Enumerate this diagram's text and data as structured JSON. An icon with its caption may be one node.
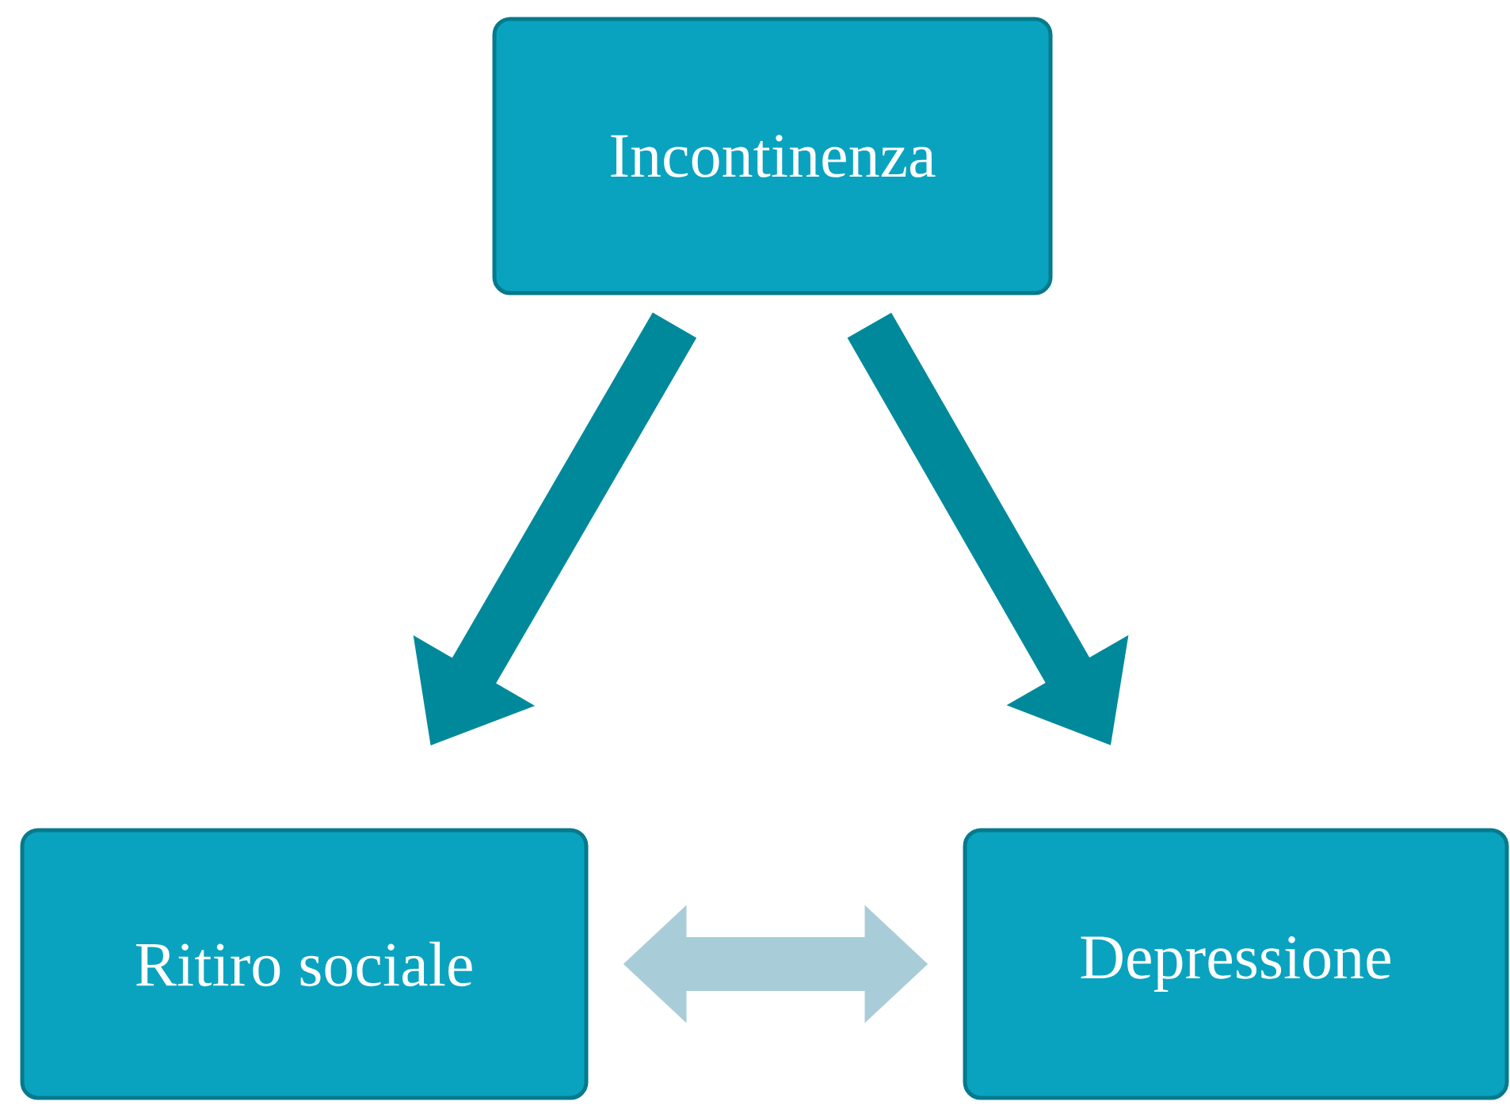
{
  "diagram": {
    "nodes": [
      {
        "text": [
          "Incontinenza"
        ]
      },
      {
        "text": [
          "Ritiro sociale"
        ]
      },
      {
        "text": [
          "Depressione"
        ]
      }
    ],
    "edges": [
      {
        "from": 0,
        "to": 1,
        "arrow": "to"
      },
      {
        "from": 0,
        "to": 2,
        "arrow": "to"
      },
      {
        "from": 1,
        "to": 2,
        "arrow": "both",
        "color": "#a9cdd8"
      }
    ]
  }
}
